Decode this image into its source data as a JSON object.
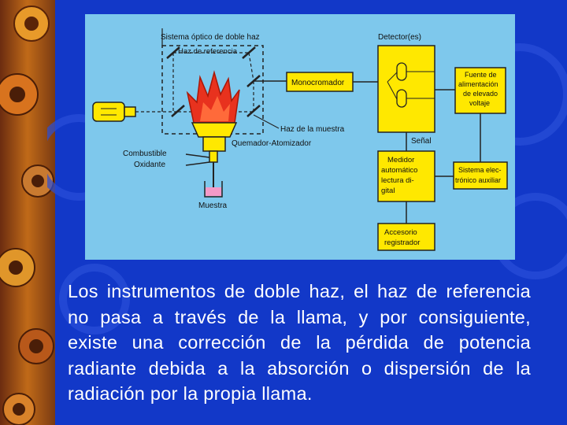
{
  "colors": {
    "background": "#1238c8",
    "diagram_bg": "#7ec8ec",
    "box_fill": "#ffe800",
    "flame": "#e8321e",
    "text": "#ffffff"
  },
  "diagram": {
    "sistema_optico": "Sistema óptico de doble haz",
    "haz_referencia": "Haz de referencia",
    "monocromador": "Monocromador",
    "detectores": "Detector(es)",
    "fuente": [
      "Fuente de",
      "alimentación",
      "de elevado",
      "voltaje"
    ],
    "haz_muestra": "Haz de la muestra",
    "senal": "Señal",
    "quemador": "Quemador-Atomizador",
    "combustible": "Combustible",
    "oxidante": "Oxidante",
    "muestra": "Muestra",
    "medidor": [
      "Medidor",
      "automático",
      "lectura di-",
      "gital"
    ],
    "sistema_electronico": [
      "Sistema elec-",
      "trónico auxiliar"
    ],
    "accesorio": [
      "Accesorio",
      "registrador"
    ]
  },
  "caption": "Los instrumentos de doble haz, el haz de referencia no pasa a través de la llama, y por consiguiente, existe una corrección de la pérdida de potencia radiante debida a la absorción o dispersión de la radiación por la propia llama."
}
